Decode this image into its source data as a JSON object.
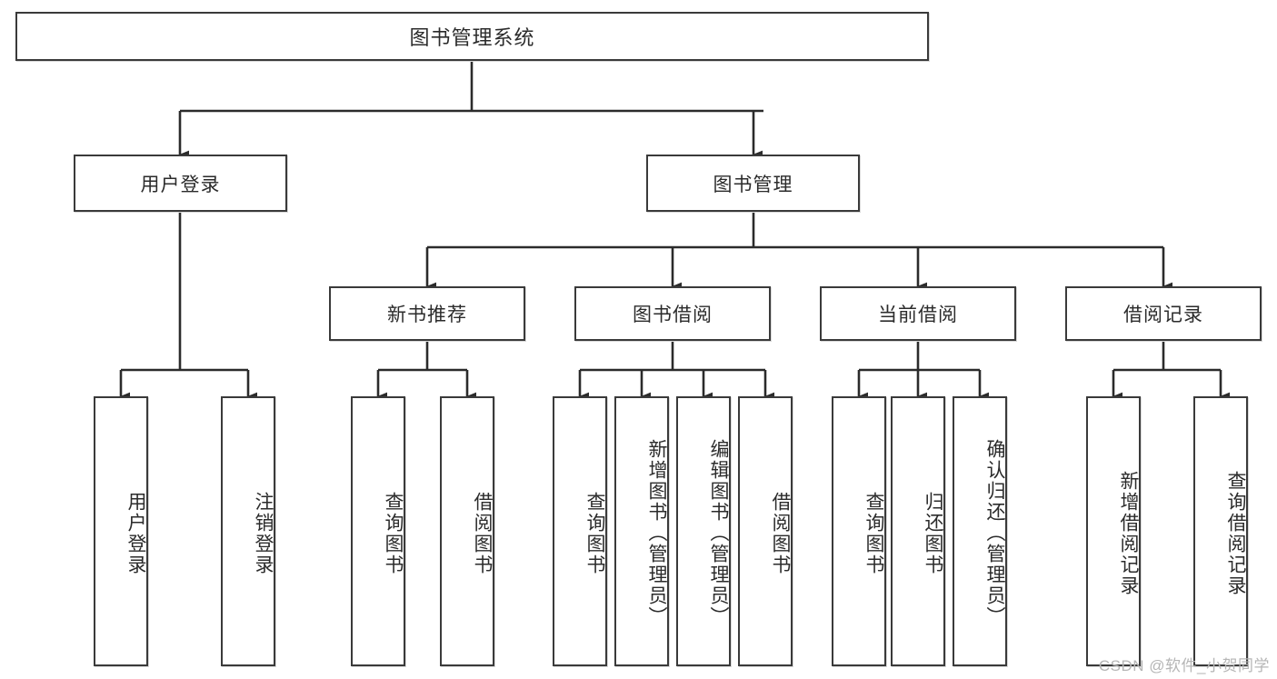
{
  "diagram": {
    "title": "图书管理系统",
    "type": "hierarchy-tree",
    "watermark": "CSDN @软件_小贺同学",
    "colors": {
      "background": "#ffffff",
      "box_border": "#3a3a3a",
      "box_fill": "#ffffff",
      "text": "#2b2b2b",
      "connector": "#2b2b2b",
      "watermark": "#b6b6b6"
    },
    "root": {
      "label": "图书管理系统"
    },
    "level2": [
      {
        "id": "user-login",
        "label": "用户登录"
      },
      {
        "id": "book-manage",
        "label": "图书管理"
      }
    ],
    "level3": [
      {
        "id": "new-book-recommend",
        "label": "新书推荐",
        "parent": "book-manage"
      },
      {
        "id": "book-borrow",
        "label": "图书借阅",
        "parent": "book-manage"
      },
      {
        "id": "current-borrow",
        "label": "当前借阅",
        "parent": "book-manage"
      },
      {
        "id": "borrow-record",
        "label": "借阅记录",
        "parent": "book-manage"
      }
    ],
    "leaves": {
      "user_login": [
        {
          "id": "leaf-user-login",
          "label": "用户登录"
        },
        {
          "id": "leaf-logout",
          "label": "注销登录"
        }
      ],
      "new_book_recommend": [
        {
          "id": "leaf-query-book-1",
          "label": "查询图书"
        },
        {
          "id": "leaf-borrow-book-1",
          "label": "借阅图书"
        }
      ],
      "book_borrow": [
        {
          "id": "leaf-query-book-2",
          "label": "查询图书"
        },
        {
          "id": "leaf-add-book",
          "label": "新增图书（管理员）"
        },
        {
          "id": "leaf-edit-book",
          "label": "编辑图书（管理员）"
        },
        {
          "id": "leaf-borrow-book-2",
          "label": "借阅图书"
        }
      ],
      "current_borrow": [
        {
          "id": "leaf-query-book-3",
          "label": "查询图书"
        },
        {
          "id": "leaf-return-book",
          "label": "归还图书"
        },
        {
          "id": "leaf-confirm-return",
          "label": "确认归还（管理员）"
        }
      ],
      "borrow_record": [
        {
          "id": "leaf-add-record",
          "label": "新增借阅记录"
        },
        {
          "id": "leaf-query-record",
          "label": "查询借阅记录"
        }
      ]
    }
  }
}
